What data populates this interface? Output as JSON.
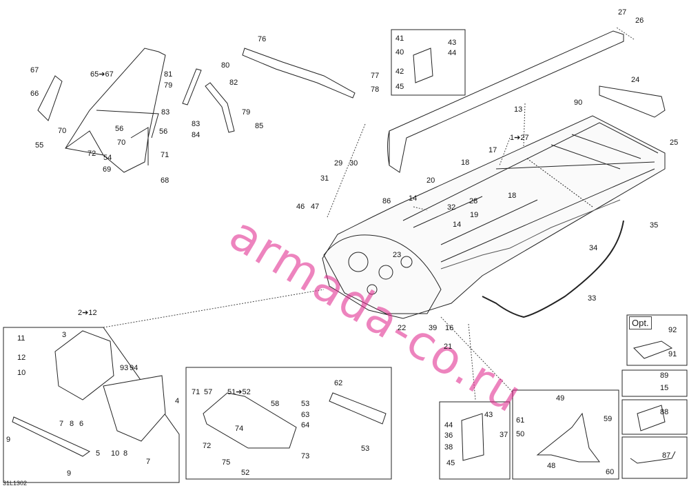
{
  "diagram": {
    "ref_code": "31L1302",
    "opt_label": "Opt.",
    "watermark": "armada-co.ru",
    "labels": {
      "l27": "27",
      "l26": "26",
      "l41": "41",
      "l43a": "43",
      "l40": "40",
      "l44a": "44",
      "l42": "42",
      "l45a": "45",
      "l76": "76",
      "l67": "67",
      "l6567": "65➔67",
      "l81": "81",
      "l80": "80",
      "l79a": "79",
      "l82": "82",
      "l77": "77",
      "l78": "78",
      "l66": "66",
      "l83a": "83",
      "l79b": "79",
      "l83b": "83",
      "l85": "85",
      "l84": "84",
      "l70a": "70",
      "l56a": "56",
      "l56b": "56",
      "l55": "55",
      "l70b": "70",
      "l72a": "72",
      "l54": "54",
      "l71a": "71",
      "l69": "69",
      "l68": "68",
      "l13": "13",
      "l24": "24",
      "l90": "90",
      "l25": "25",
      "l127": "1➔27",
      "l17": "17",
      "l18a": "18",
      "l29": "29",
      "l30": "30",
      "l31": "31",
      "l20": "20",
      "l86": "86",
      "l14a": "14",
      "l32": "32",
      "l28": "28",
      "l18b": "18",
      "l46": "46",
      "l47": "47",
      "l19": "19",
      "l14b": "14",
      "l35": "35",
      "l34": "34",
      "l23": "23",
      "l33": "33",
      "l22": "22",
      "l39": "39",
      "l16": "16",
      "l21": "21",
      "l212": "2➔12",
      "l11": "11",
      "l3": "3",
      "l12": "12",
      "l10a": "10",
      "l93": "93",
      "l94": "94",
      "l4": "4",
      "l7a": "7",
      "l8a": "8",
      "l6": "6",
      "l9a": "9",
      "l5": "5",
      "l10b": "10",
      "l8b": "8",
      "l7b": "7",
      "l9b": "9",
      "l62": "62",
      "l71b": "71",
      "l57": "57",
      "l5152": "51➔52",
      "l58": "58",
      "l53a": "53",
      "l63": "63",
      "l64": "64",
      "l74": "74",
      "l72b": "72",
      "l75": "75",
      "l73": "73",
      "l52": "52",
      "l53b": "53",
      "l43b": "43",
      "l44b": "44",
      "l37": "37",
      "l36": "36",
      "l38": "38",
      "l45b": "45",
      "l49": "49",
      "l61": "61",
      "l59": "59",
      "l50": "50",
      "l48": "48",
      "l60": "60",
      "l92": "92",
      "l91": "91",
      "l89": "89",
      "l15": "15",
      "l88": "88",
      "l87": "87"
    }
  }
}
